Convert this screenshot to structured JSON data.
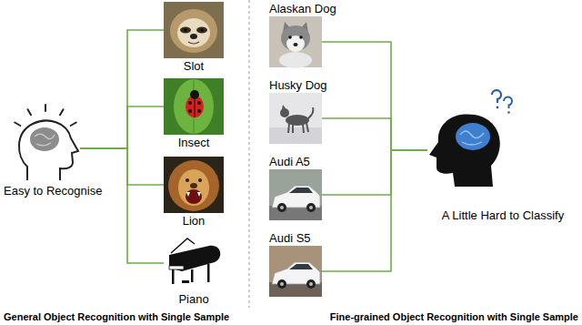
{
  "diagram": {
    "nodes": [
      {
        "text": [
          "Easy to Recognise"
        ]
      },
      {
        "text": [
          "Slot"
        ]
      },
      {
        "text": [
          "Insect"
        ]
      },
      {
        "text": [
          "Lion"
        ]
      },
      {
        "text": [
          "Piano"
        ]
      },
      {
        "text": [
          "Alaskan Dog"
        ]
      },
      {
        "text": [
          "Husky Dog"
        ]
      },
      {
        "text": [
          "Audi A5"
        ]
      },
      {
        "text": [
          "Audi S5"
        ]
      },
      {
        "text": [
          "A Little Hard to Classify"
        ]
      }
    ],
    "edges": [
      {
        "from": 0,
        "to": 1,
        "arrow": "none"
      },
      {
        "from": 0,
        "to": 2,
        "arrow": "none"
      },
      {
        "from": 0,
        "to": 3,
        "arrow": "none"
      },
      {
        "from": 0,
        "to": 4,
        "arrow": "none"
      },
      {
        "from": 9,
        "to": 5,
        "arrow": "none"
      },
      {
        "from": 9,
        "to": 6,
        "arrow": "none"
      },
      {
        "from": 9,
        "to": 7,
        "arrow": "none"
      },
      {
        "from": 9,
        "to": 8,
        "arrow": "none"
      }
    ],
    "labels": [
      "General Object Recognition with Single Sample",
      "Fine-grained Object Recognition with Single Sample"
    ]
  }
}
